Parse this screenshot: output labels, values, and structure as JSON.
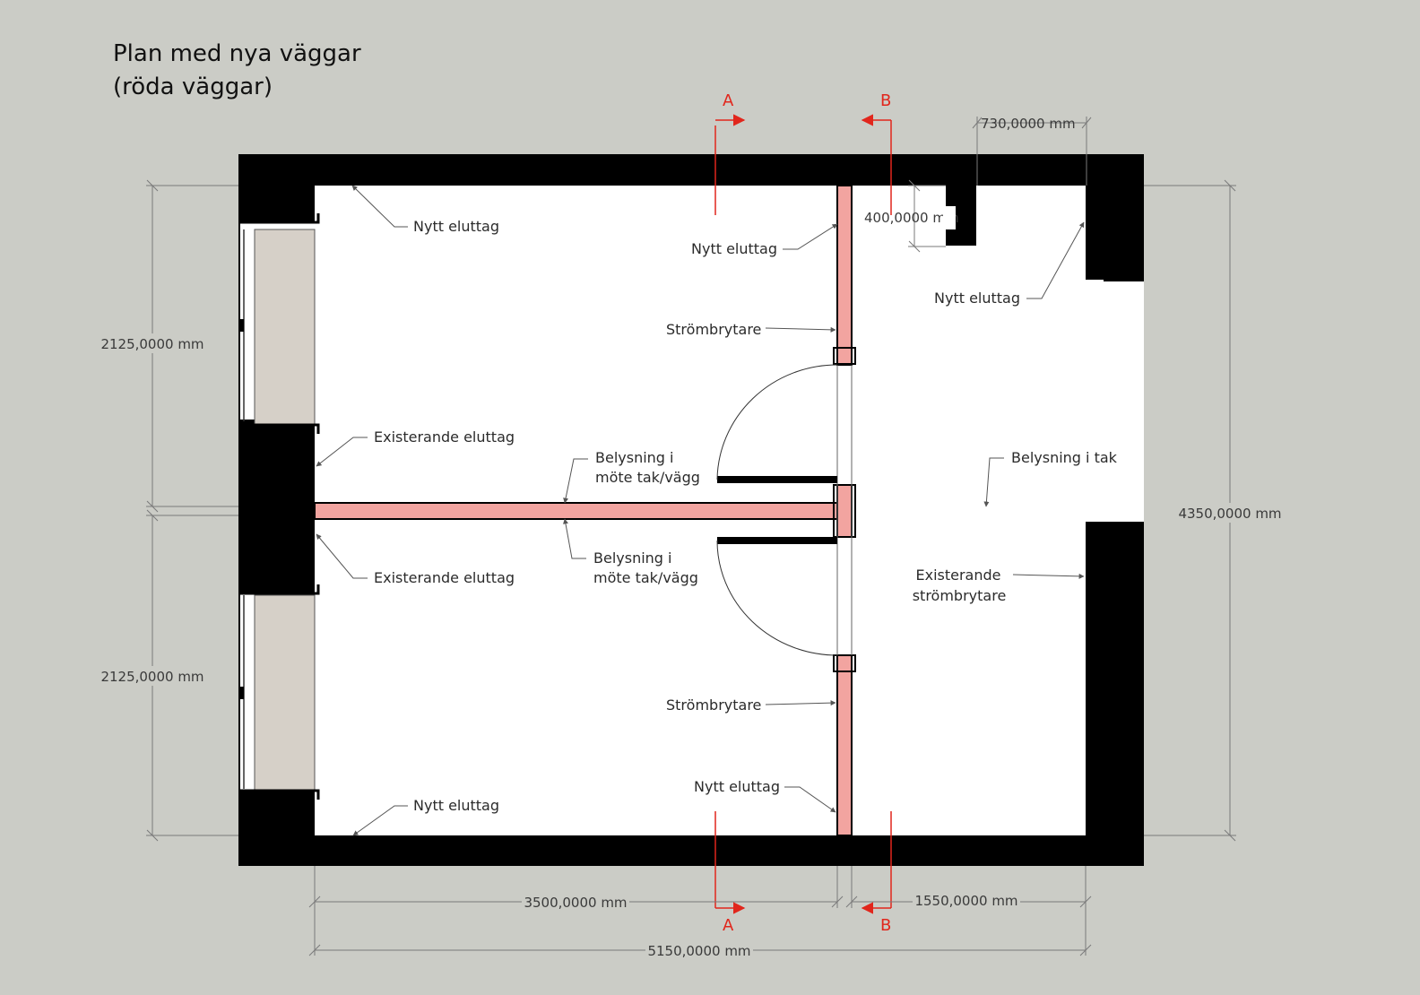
{
  "title": {
    "line1": "Plan med nya väggar",
    "line2": "(röda väggar)"
  },
  "sections": {
    "a": "A",
    "b": "B"
  },
  "labels": {
    "nytt_eluttag": "Nytt eluttag",
    "strombrytare": "Strömbrytare",
    "existerande_eluttag": "Existerande eluttag",
    "belysning_line1": "Belysning i",
    "belysning_line2": "möte tak/vägg",
    "belysning_i_tak": "Belysning i tak",
    "existerande_line1": "Existerande",
    "existerande_line2": "strömbrytare"
  },
  "dimensions": {
    "d730": "730,0000 mm",
    "d400": "400,0000 mm",
    "d2125": "2125,0000 mm",
    "d4350": "4350,0000 mm",
    "d3500": "3500,0000 mm",
    "d1550": "1550,0000 mm",
    "d5150": "5150,0000 mm"
  },
  "colors": {
    "background": "#cbccc6",
    "wall": "#000000",
    "floor": "#ffffff",
    "new_wall": "#f2a4a0",
    "section_marker": "#e1261c",
    "window": "#d6d0c8"
  }
}
